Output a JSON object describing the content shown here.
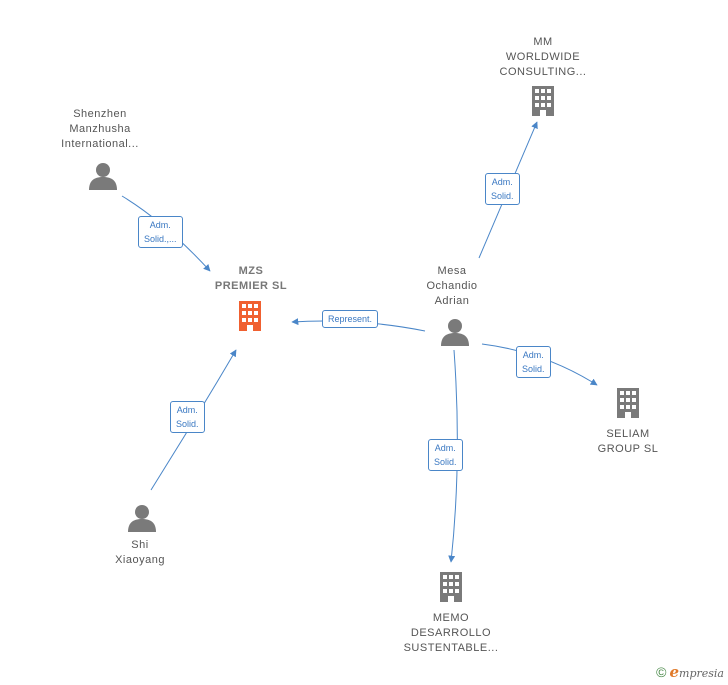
{
  "nodes": {
    "mzs": {
      "label": "MZS\nPREMIER  SL"
    },
    "shenzhen": {
      "label": "Shenzhen\nManzhusha\nInternational..."
    },
    "mm": {
      "label": "MM\nWORLDWIDE\nCONSULTING..."
    },
    "mesa": {
      "label": "Mesa\nOchandio\nAdrian"
    },
    "seliam": {
      "label": "SELIAM\nGROUP  SL"
    },
    "shi": {
      "label": "Shi\nXiaoyang"
    },
    "memo": {
      "label": "MEMO\nDESARROLLO\nSUSTENTABLE..."
    }
  },
  "edges": {
    "shenzhen_mzs": "Adm.\nSolid.,...",
    "mesa_mzs": "Represent.",
    "mesa_mm": "Adm.\nSolid.",
    "mesa_seliam": "Adm.\nSolid.",
    "mesa_memo": "Adm.\nSolid.",
    "shi_mzs": "Adm.\nSolid."
  },
  "colors": {
    "edge": "#4a86c8",
    "company": "#7a7a7a",
    "company_main": "#f06030",
    "person": "#7a7a7a"
  },
  "footer": {
    "copyright": "©",
    "brand_initial": "e",
    "brand_rest": "mpresia"
  }
}
